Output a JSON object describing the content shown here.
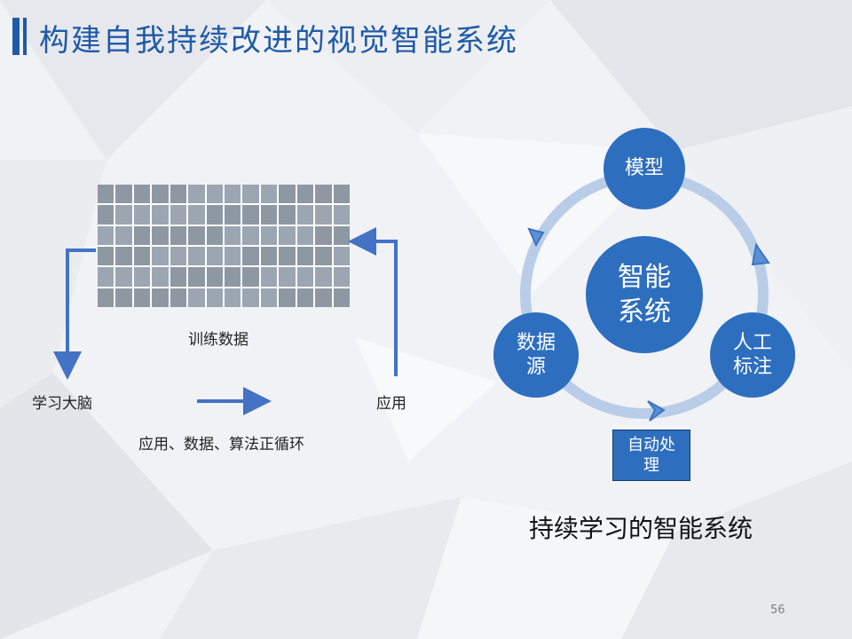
{
  "slide": {
    "title": "构建自我持续改进的视觉智能系统",
    "page_number": "56"
  },
  "left_diagram": {
    "image_label": "训练数据",
    "left_label": "学习大脑",
    "right_label": "应用",
    "bottom_label": "应用、数据、算法正循环"
  },
  "cycle": {
    "center": [
      "智能",
      "系统"
    ],
    "top_node": "模型",
    "left_node": [
      "数据",
      "源"
    ],
    "right_node": [
      "人工",
      "标注"
    ],
    "box": [
      "自动处",
      "理"
    ],
    "caption": "持续学习的智能系统"
  },
  "colors": {
    "accent": "#1f5aa8",
    "node": "#2e6ebf",
    "ring": "#b9cde8",
    "arrow": "#4472c4"
  }
}
